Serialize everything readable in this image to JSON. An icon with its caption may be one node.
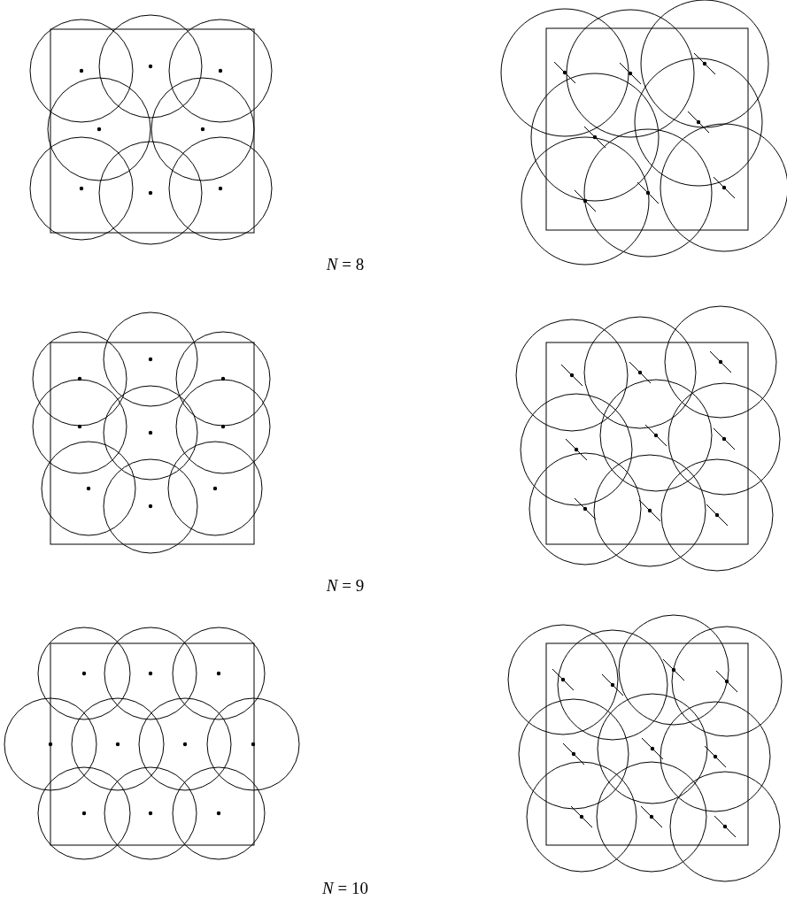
{
  "diagram": {
    "labels": [
      "*N* = 8",
      "*N* = 9",
      "*N* = 10"
    ]
  }
}
